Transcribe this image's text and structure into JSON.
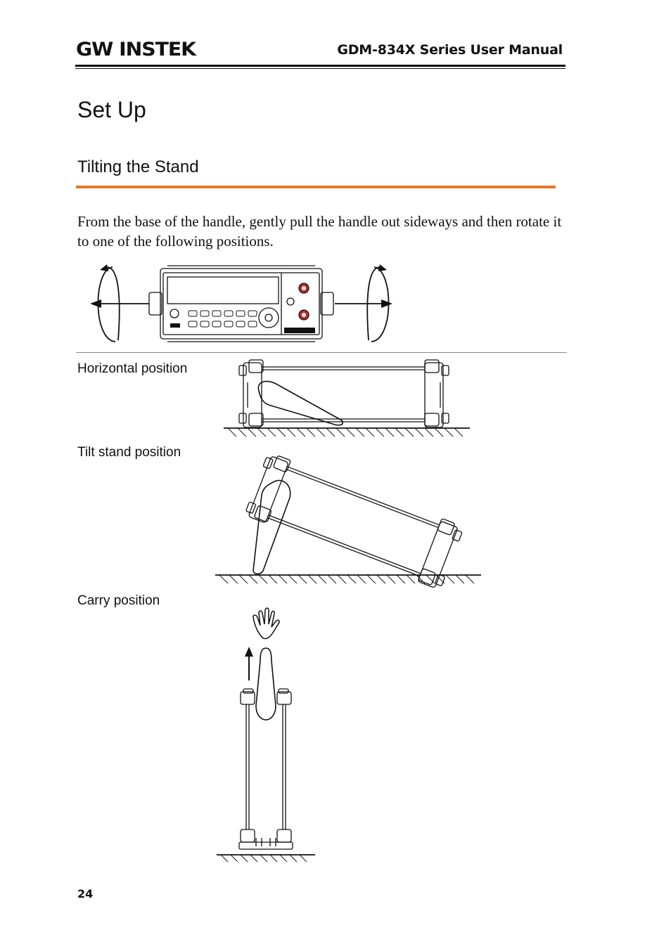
{
  "header": {
    "logo_text": "GW INSTEK",
    "manual_title": "GDM-834X Series User Manual"
  },
  "section": {
    "title": "Set Up",
    "subtitle": "Tilting the Stand",
    "instruction": "From the base of the handle, gently pull the handle out sideways and then rotate it to one of the following positions."
  },
  "positions": [
    {
      "label": "Horizontal position"
    },
    {
      "label": "Tilt stand position"
    },
    {
      "label": "Carry position"
    }
  ],
  "footer": {
    "page_number": "24"
  },
  "colors": {
    "accent": "#e87722",
    "terminal_red": "#c0282d",
    "ink": "#111111"
  }
}
